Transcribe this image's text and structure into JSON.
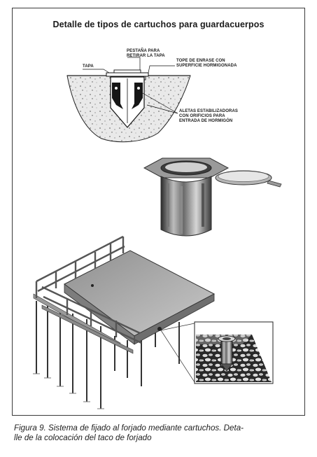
{
  "figure": {
    "title": "Detalle de tipos de cartuchos para guardacuerpos",
    "labels": {
      "tapa": "TAPA",
      "pestana_l1": "PESTAÑA PARA",
      "pestana_l2": "RETIRAR LA TAPA",
      "tope_l1": "TOPE DE ENRASE CON",
      "tope_l2": "SUPERFICIE HORMIGONADA",
      "aletas_l1": "ALETAS ESTABILIZADORAS",
      "aletas_l2": "CON ORIFICIOS PARA",
      "aletas_l3": "ENTRADA DE HORMIGÓN"
    }
  },
  "caption": {
    "line1": "Figura 9. Sistema de fijado al forjado mediante cartuchos. Deta-",
    "line2": "lle de la colocación del taco de forjado"
  }
}
